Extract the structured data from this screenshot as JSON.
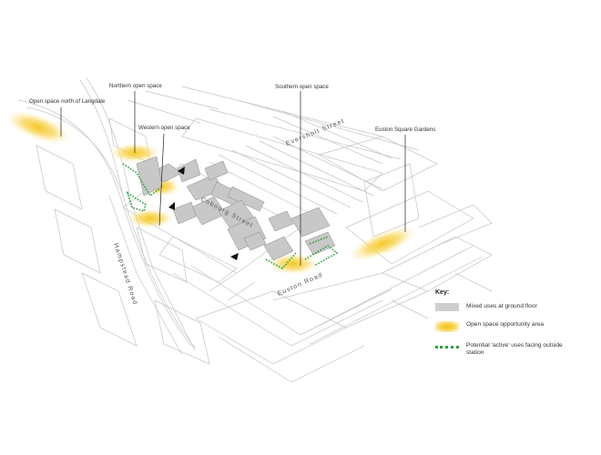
{
  "callouts": {
    "open_space_north_langdale": "Open space north of Langdale",
    "northern_open_space": "Northern open space",
    "western_open_space": "Western open space",
    "southern_open_space": "Southern open space",
    "euston_square_gardens": "Euston Square Gardens"
  },
  "streets": {
    "eversholt": "Eversholt Street",
    "cobourg": "Cobourg Street",
    "hampstead": "Hampstead Road",
    "euston": "Euston Road"
  },
  "key": {
    "title": "Key:",
    "items": [
      {
        "label": "Mixed uses at ground floor",
        "swatch": "grey"
      },
      {
        "label": "Open space opportunity area",
        "swatch": "yellow"
      },
      {
        "label": "Potential ‘active’ uses facing outside station",
        "swatch": "green"
      }
    ]
  },
  "colors": {
    "mixed_use": "#cfcfcf",
    "open_space": "#f5c518",
    "active_frontage": "#2e9e3e",
    "linework": "#b8b8b8"
  }
}
